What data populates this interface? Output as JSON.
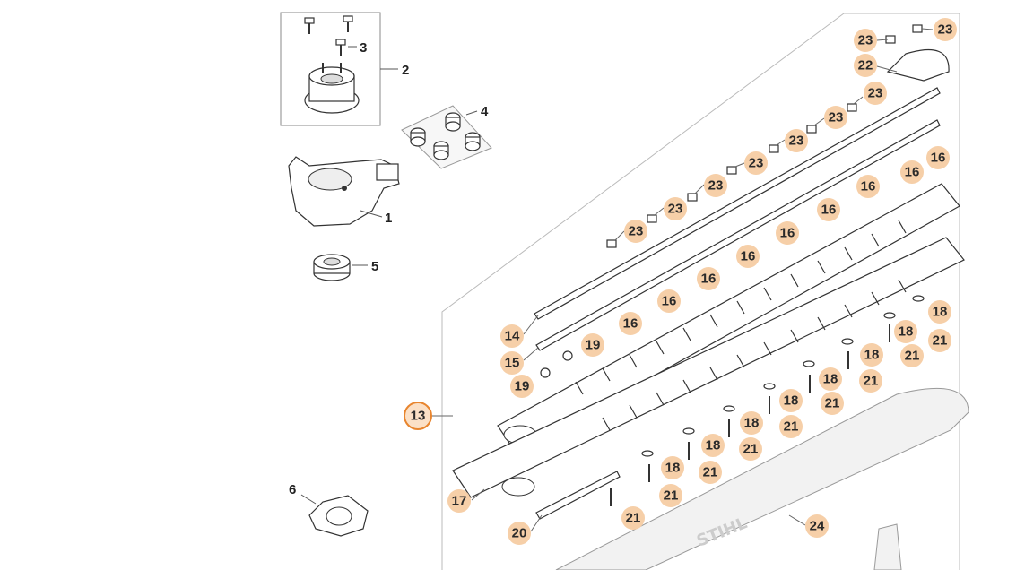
{
  "diagram": {
    "labels": {
      "p1": "1",
      "p2": "2",
      "p3": "3",
      "p4": "4",
      "p5": "5",
      "p6": "6",
      "p13": "13",
      "p14": "14",
      "p15": "15",
      "p16": "16",
      "p17": "17",
      "p18": "18",
      "p19": "19",
      "p20": "20",
      "p21": "21",
      "p22": "22",
      "p23": "23",
      "p24": "24"
    },
    "guard_text": "STIHL",
    "highlighted_callout": "13"
  }
}
